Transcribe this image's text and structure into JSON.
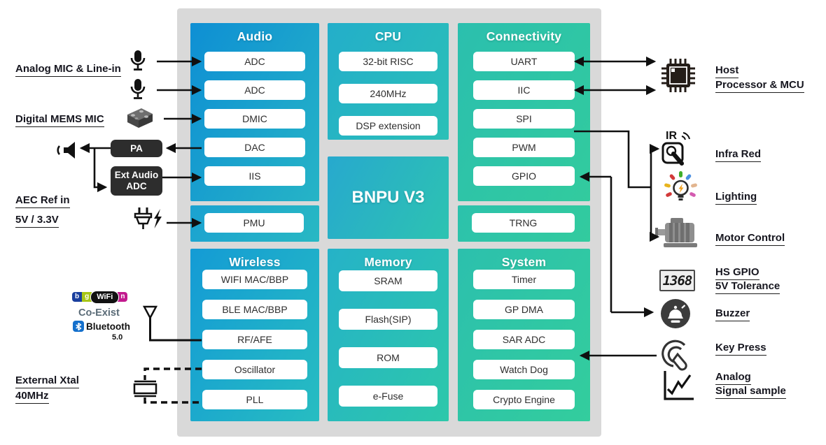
{
  "diagram_title": "BNPU V3",
  "blocks": {
    "audio": {
      "title": "Audio",
      "items": [
        "ADC",
        "ADC",
        "DMIC",
        "DAC",
        "IIS"
      ]
    },
    "cpu": {
      "title": "CPU",
      "items": [
        "32-bit RISC",
        "240MHz",
        "DSP extension"
      ]
    },
    "connectivity": {
      "title": "Connectivity",
      "items": [
        "UART",
        "IIC",
        "SPI",
        "PWM",
        "GPIO"
      ]
    },
    "center": {
      "title": "BNPU V3"
    },
    "pmu": {
      "items": [
        "PMU"
      ]
    },
    "trng": {
      "items": [
        "TRNG"
      ]
    },
    "wireless": {
      "title": "Wireless",
      "items": [
        "WIFI MAC/BBP",
        "BLE MAC/BBP",
        "RF/AFE",
        "Oscillator",
        "PLL"
      ]
    },
    "memory": {
      "title": "Memory",
      "items": [
        "SRAM",
        "Flash(SIP)",
        "ROM",
        "e-Fuse"
      ]
    },
    "system": {
      "title": "System",
      "items": [
        "Timer",
        "GP DMA",
        "SAR ADC",
        "Watch Dog",
        "Crypto Engine"
      ]
    }
  },
  "external_boxes": {
    "pa": "PA",
    "ext_audio_line1": "Ext Audio",
    "ext_audio_line2": "ADC"
  },
  "left_labels": {
    "analog_mic": "Analog MIC & Line-in",
    "digital_mems": "Digital MEMS MIC",
    "aec_ref": "AEC Ref in",
    "voltage": "5V / 3.3V",
    "xtal_line1": "External Xtal",
    "xtal_line2": "40MHz",
    "wifi_b": "b",
    "wifi_g": "g",
    "wifi_core": "WiFi",
    "wifi_n": "n",
    "coexist": "Co-Exist",
    "bluetooth": "Bluetooth",
    "bt_version": "5.0"
  },
  "right_labels": {
    "host_line1": "Host",
    "host_line2": "Processor & MCU",
    "infra_red": "Infra Red",
    "ir_icon_text": "IR",
    "lighting": "Lighting",
    "motor": "Motor Control",
    "hs_gpio_line1": "HS GPIO",
    "hs_gpio_line2": "5V Tolerance",
    "seven_seg_value": "1368",
    "buzzer": "Buzzer",
    "key_press": "Key Press",
    "analog_line1": "Analog",
    "analog_line2": "Signal sample"
  },
  "icons": {
    "left": [
      "microphone-icon",
      "microphone-icon",
      "mems-mic-icon",
      "speaker-icon",
      "power-plug-icon",
      "wifi-logo",
      "bluetooth-logo",
      "antenna-icon",
      "crystal-icon"
    ],
    "right": [
      "mcu-chip-icon",
      "ir-remote-icon",
      "light-bulb-icon",
      "motor-icon",
      "seven-segment-display",
      "buzzer-bell-icon",
      "key-press-icon",
      "signal-chart-icon"
    ]
  },
  "colors": {
    "panel_bg": "#d9d9d9",
    "gradient_blue": "#0e8fd4",
    "gradient_teal": "#32cb9e",
    "module_box_bg": "#ffffff",
    "dark_box_bg": "#2d2d2d",
    "arrow": "#111111",
    "label_text": "#16161f"
  }
}
